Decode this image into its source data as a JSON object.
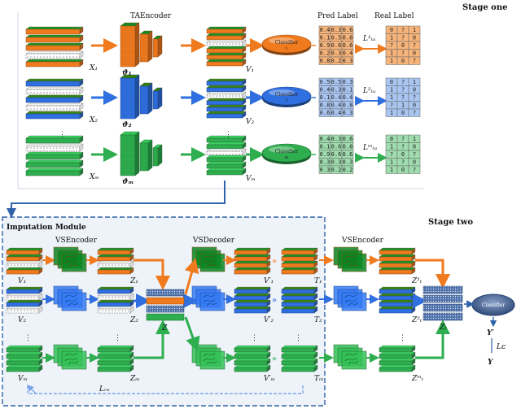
{
  "stage_one": "Stage one",
  "stage_two": "Stage two",
  "taencoder": "TAEncoder",
  "pred_label": "Pred Label",
  "real_label": "Real Label",
  "imputation_module": "Imputation Module",
  "vsencoder": "VSEncoder",
  "vsdecoder": "VSDecoder",
  "vsencoder2": "VSEncoder",
  "classifier_text": "Classifier",
  "rows": [
    {
      "x": "X₁",
      "theta": "ϑ₁",
      "v": "V₁",
      "loss": "L¹ₜₐ",
      "cls": "1",
      "pred": [
        [
          "0.4",
          "0.3",
          "0.6"
        ],
        [
          "0.1",
          "0.5",
          "0.8"
        ],
        [
          "0.9",
          "0.6",
          "0.6"
        ],
        [
          "0.2",
          "0.3",
          "0.4"
        ],
        [
          "0.8",
          "0.2",
          "0.3"
        ]
      ],
      "real": [
        [
          "0",
          "?",
          "1"
        ],
        [
          "1",
          "?",
          "0"
        ],
        [
          "?",
          "0",
          "?"
        ],
        [
          "1",
          "?",
          "0"
        ],
        [
          "1",
          "0",
          "?"
        ]
      ]
    },
    {
      "x": "X₂",
      "theta": "ϑ₂",
      "v": "V₂",
      "loss": "L²ₜₐ",
      "cls": "2",
      "pred": [
        [
          "0.5",
          "0.5",
          "0.3"
        ],
        [
          "0.4",
          "0.3",
          "0.1"
        ],
        [
          "0.1",
          "0.4",
          "0.4"
        ],
        [
          "0.8",
          "0.4",
          "0.8"
        ],
        [
          "0.6",
          "0.4",
          "0.3"
        ]
      ],
      "real": [
        [
          "0",
          "?",
          "1"
        ],
        [
          "1",
          "?",
          "0"
        ],
        [
          "1",
          "?",
          "?"
        ],
        [
          "?",
          "1",
          "0"
        ],
        [
          "1",
          "0",
          "?"
        ]
      ]
    },
    {
      "x": "Xₘ",
      "theta": "ϑₘ",
      "v": "Vₘ",
      "loss": "Lᵐₜₐ",
      "cls": "m",
      "pred": [
        [
          "0.4",
          "0.3",
          "0.6"
        ],
        [
          "0.1",
          "0.6",
          "0.8"
        ],
        [
          "0.9",
          "0.6",
          "0.6"
        ],
        [
          "0.3",
          "0.3",
          "0.3"
        ],
        [
          "0.3",
          "0.2",
          "0.2"
        ]
      ],
      "real": [
        [
          "0",
          "?",
          "1"
        ],
        [
          "1",
          "?",
          "0"
        ],
        [
          "?",
          "0",
          "?"
        ],
        [
          "1",
          "?",
          "0"
        ],
        [
          "1",
          "0",
          "?"
        ]
      ]
    }
  ],
  "imp": {
    "v": [
      "V₁",
      "V₂",
      "Vₘ"
    ],
    "z": [
      "Z₁",
      "Z₂",
      "Zₘ"
    ],
    "z_fused": "Z",
    "vp": [
      "V′₁",
      "V′₂",
      "V′ₘ"
    ],
    "t": [
      "T₁",
      "T₂",
      "Tₘ"
    ],
    "zt": [
      "Z¹ₜ",
      "Z²ₜ",
      "Zᵐₜ"
    ],
    "zt_fused": "Zₜ",
    "lre": "Lᵣₑ"
  },
  "output": {
    "y_pred": "Y′",
    "loss": "Lᴄ",
    "y": "Y"
  },
  "colors": {
    "orange": "#f07a1e",
    "blue": "#2f6fe0",
    "green": "#2eae4e",
    "dash": "#2f62a8",
    "pred_orange": "#f7b47a",
    "pred_blue": "#a9c6f2",
    "pred_green": "#9fdcae"
  }
}
